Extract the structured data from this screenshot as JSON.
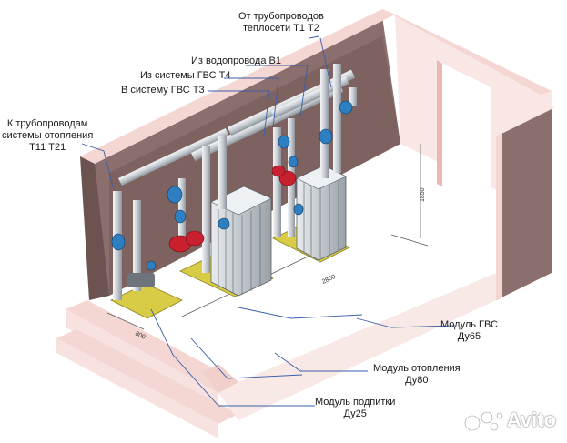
{
  "labels": {
    "heating_network": [
      "От трубопроводов",
      "теплосети Т1 Т2"
    ],
    "water_supply": "Из водопровода В1",
    "dhw_from": "Из системы ГВС Т4",
    "dhw_to": "В систему ГВС Т3",
    "heating_systems": [
      "К трубопроводам",
      "системы отопления",
      "Т11 Т21"
    ],
    "module_dhw": [
      "Модуль ГВС",
      "Ду65"
    ],
    "module_heating": [
      "Модуль отопления",
      "Ду80"
    ],
    "module_makeup": [
      "Модуль подпитки",
      "Ду25"
    ]
  },
  "dimensions": {
    "length": "2800",
    "width": "800",
    "height": "1850"
  },
  "watermark": {
    "text": "Avito",
    "icon": "avito-logo-icon"
  },
  "colors": {
    "wall_side": "#7a5f5c",
    "wall_inner": "#8b6e6b",
    "wall_top": "#f4d6d3",
    "floor": "#ffffff",
    "pipe": "#d5d9dd",
    "valve_blue": "#2d7fc2",
    "pump_red": "#c8202f",
    "frame_yellow": "#d8cc46",
    "leader": "#3a5fa8"
  }
}
